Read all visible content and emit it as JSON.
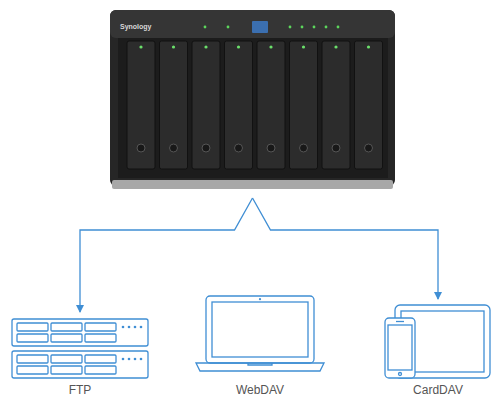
{
  "diagram": {
    "nodes": [
      {
        "text": [
          "Synology"
        ]
      },
      {
        "text": [
          "FTP"
        ]
      },
      {
        "text": [
          "WebDAV"
        ]
      },
      {
        "text": [
          "CardDAV"
        ]
      }
    ],
    "edges": [
      {
        "from": 0,
        "to": 1,
        "arrow": "to"
      },
      {
        "from": 0,
        "to": 3,
        "arrow": "to"
      }
    ]
  }
}
